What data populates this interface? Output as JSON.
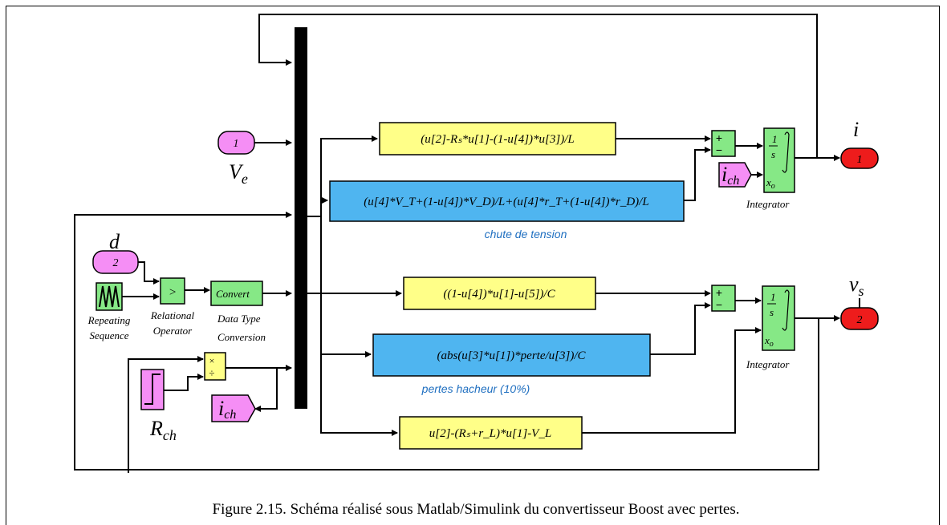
{
  "blocks": {
    "in1": {
      "num": "1",
      "label": "V",
      "sub": "e"
    },
    "in2": {
      "num": "2",
      "label": "d"
    },
    "out1": {
      "num": "1",
      "label": "i"
    },
    "out2": {
      "num": "2",
      "label": "v",
      "sub": "s"
    },
    "ich_from_1": {
      "label": "i",
      "sub": "ch"
    },
    "ich_goto": {
      "label": "i",
      "sub": "ch"
    },
    "fcn1": {
      "text": "(u[2]-Rₛ*u[1]-(1-u[4])*u[3])/L"
    },
    "fcn2": {
      "text": "(u[4]*V_T+(1-u[4])*V_D)/L+(u[4]*r_T+(1-u[4])*r_D)/L",
      "label": "chute de tension"
    },
    "fcn3": {
      "text": "((1-u[4])*u[1]-u[5])/C"
    },
    "fcn4": {
      "text": "(abs(u[3]*u[1])*perte/u[3])/C",
      "label": "pertes hacheur (10%)"
    },
    "fcn5": {
      "text": "u[2]-(Rₛ+r_L)*u[1]-V_L"
    },
    "integ1": {
      "label": "Integrator",
      "ic": "x",
      "ic_sub": "o",
      "num": "1",
      "den": "s"
    },
    "integ2": {
      "label": "Integrator",
      "ic": "x",
      "ic_sub": "o",
      "num": "1",
      "den": "s"
    },
    "sum1": {
      "plus": "+",
      "minus": "−"
    },
    "sum2": {
      "plus": "+",
      "minus": "−"
    },
    "relop": {
      "symbol": ">",
      "label1": "Relational",
      "label2": "Operator"
    },
    "repseq": {
      "label1": "Repeating",
      "label2": "Sequence"
    },
    "convert": {
      "text": "Convert",
      "label1": "Data Type",
      "label2": "Conversion"
    },
    "product": {
      "top": "×",
      "bottom": "÷"
    },
    "rch": {
      "label": "R",
      "sub": "ch"
    }
  },
  "caption": "Figure 2.15. Schéma réalisé sous Matlab/Simulink du convertisseur Boost avec pertes.",
  "colors": {
    "yellow": "#ffff88",
    "blue": "#4fb5f0",
    "green": "#86e886",
    "magenta": "#f58ef5",
    "red": "#ee1c1c",
    "label_blue": "#1f6fc0"
  }
}
